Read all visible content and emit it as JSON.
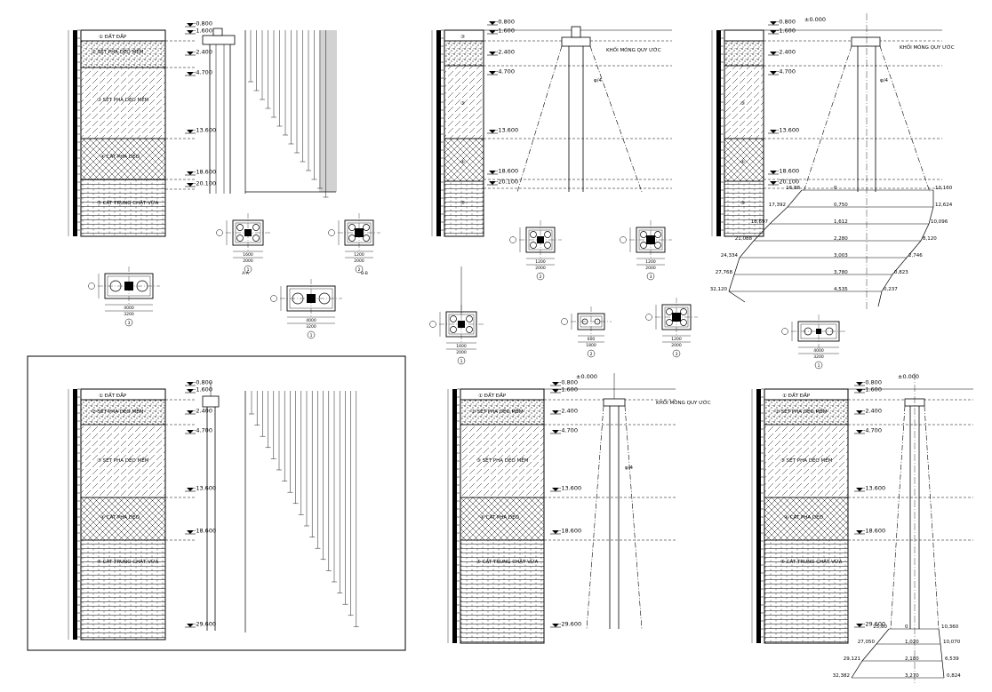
{
  "layers": {
    "L1": "① ĐẤT ĐẮP",
    "L2": "② SÉT PHA DẺO MỀM",
    "L3": "③ SÉT PHA DẺO MỀM",
    "L4": "④ CÁT PHA DẺO",
    "L5": "⑤ CÁT TRUNG CHẶT VỪA",
    "L3short": "③",
    "L4short": "④",
    "L5short": "⑤"
  },
  "elev": {
    "top": "-0.800",
    "e1": "-1.600",
    "e2": "-2.400",
    "e3": "-4.700",
    "e4": "-13.600",
    "e5": "-18.600",
    "e6": "-20.100",
    "e7": "-29.600",
    "e8": "-29.600",
    "zero": "±0.000"
  },
  "labels": {
    "block": "KHỐI MÓNG QUY ƯỚC",
    "angle": "φ/4",
    "aa": "A-A",
    "bb": "B-B",
    "pos1": "1",
    "pos2": "2",
    "pos3": "3"
  },
  "tr": {
    "l": [
      "16,88",
      "17,392",
      "18,697",
      "21,088",
      "24,334",
      "27,768",
      "32,120"
    ],
    "m": [
      "0",
      "0,750",
      "1,612",
      "2,280",
      "3,003",
      "3,780",
      "4,535"
    ],
    "r": [
      "13,160",
      "12,624",
      "10,096",
      "8,120",
      "2,746",
      "0,823",
      "0,237"
    ]
  },
  "br": {
    "l": [
      "25,60",
      "27,050",
      "29,121",
      "32,382"
    ],
    "m": [
      "0",
      "1,020",
      "2,180",
      "3,270"
    ],
    "r": [
      "10,360",
      "10,070",
      "6,539",
      "0,824"
    ]
  },
  "sec": {
    "d1": "1600",
    "d2": "1200",
    "d3": "1800",
    "d4": "600",
    "d5": "2000",
    "d6": "4000",
    "d7": "3200"
  }
}
